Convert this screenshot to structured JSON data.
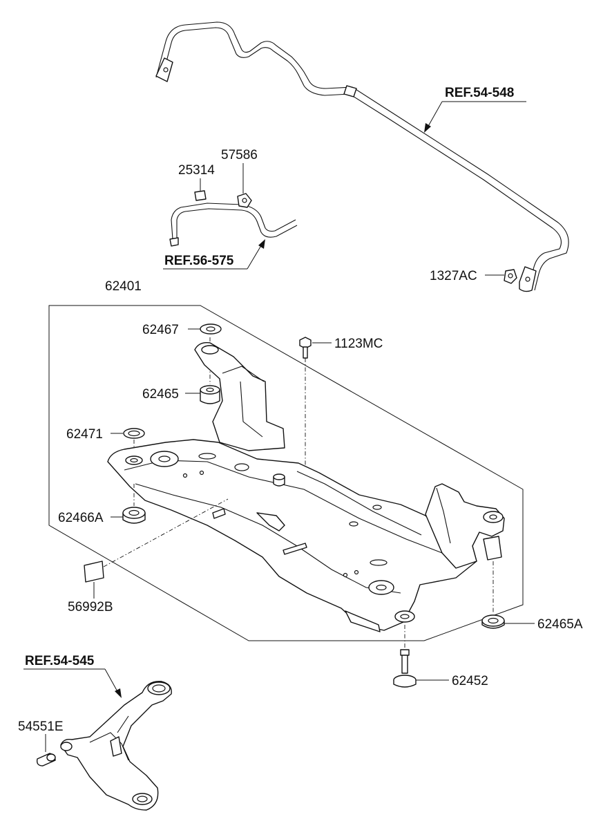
{
  "labels": {
    "ref_54_548": "REF.54-548",
    "ref_56_575": "REF.56-575",
    "ref_54_545": "REF.54-545",
    "p25314": "25314",
    "p57586": "57586",
    "p1327AC": "1327AC",
    "p62401": "62401",
    "p62467": "62467",
    "p1123MC": "1123MC",
    "p62465": "62465",
    "p62471": "62471",
    "p62466A": "62466A",
    "p56992B": "56992B",
    "p62465A": "62465A",
    "p62452": "62452",
    "p54551E": "54551E"
  },
  "colors": {
    "line": "#111111",
    "background": "#ffffff"
  }
}
